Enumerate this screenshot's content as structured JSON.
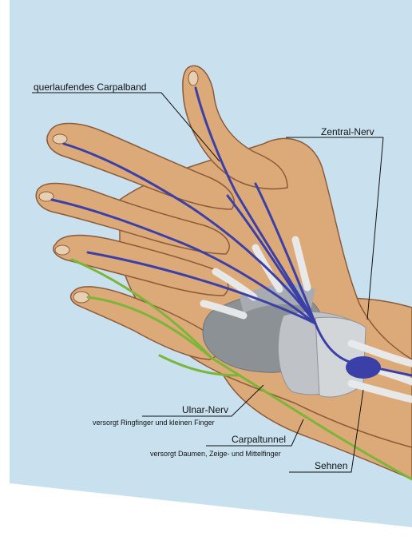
{
  "labels": {
    "carpal_band": "querlaufendes Carpalband",
    "central_nerve": "Zentral-Nerv",
    "ulnar_nerve": "Ulnar-Nerv",
    "ulnar_desc": "versorgt Ringfinger und kleinen Finger",
    "carpal_tunnel": "Carpaltunnel",
    "tunnel_desc": "versorgt Daumen, Zeige- und Mittelfinger",
    "tendons": "Sehnen"
  },
  "colors": {
    "background": "#c9e1ef",
    "skin": "#dcaa78",
    "skin_outline": "#8a5a3a",
    "nerve_blue": "#3b3fa8",
    "nerve_green": "#7bb53a",
    "band_gray": "#a8acb0",
    "tendon_white": "#e9ecef"
  }
}
